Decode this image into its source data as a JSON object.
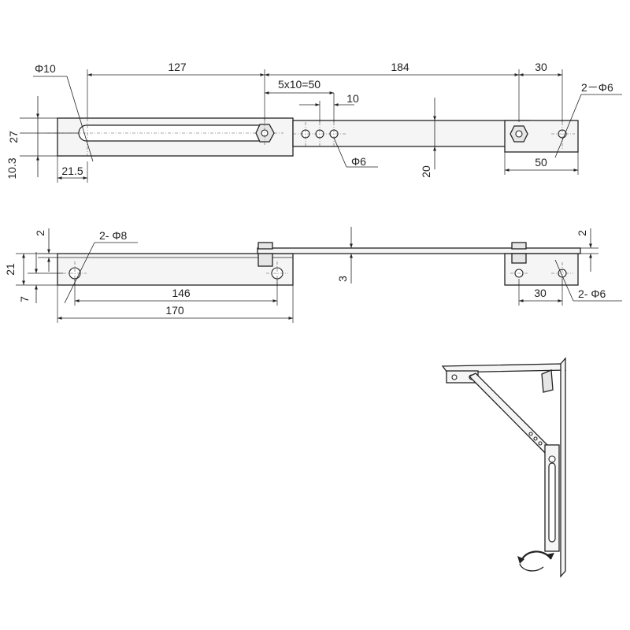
{
  "top_view": {
    "dims": {
      "hole_slot": "Φ10",
      "slot_length": "127",
      "arm_length": "184",
      "end_offset": "30",
      "end_holes": "2－Φ6",
      "hole_pitch": "5x10=50",
      "pitch_single": "10",
      "small_hole": "Φ6",
      "width": "27",
      "offset_10_3": "10.3",
      "edge_21_5": "21.5",
      "arm_width": "20",
      "bracket_len": "50"
    }
  },
  "side_view": {
    "dims": {
      "thick_top": "2",
      "holes_8": "2- Φ8",
      "height_21": "21",
      "offset_7": "7",
      "pitch_146": "146",
      "total_170": "170",
      "gap_3": "3",
      "thick_right": "2",
      "pitch_30": "30",
      "holes_6": "2- Φ6"
    }
  },
  "iso_view": {
    "rotate_icon": "rotate-arrow"
  }
}
